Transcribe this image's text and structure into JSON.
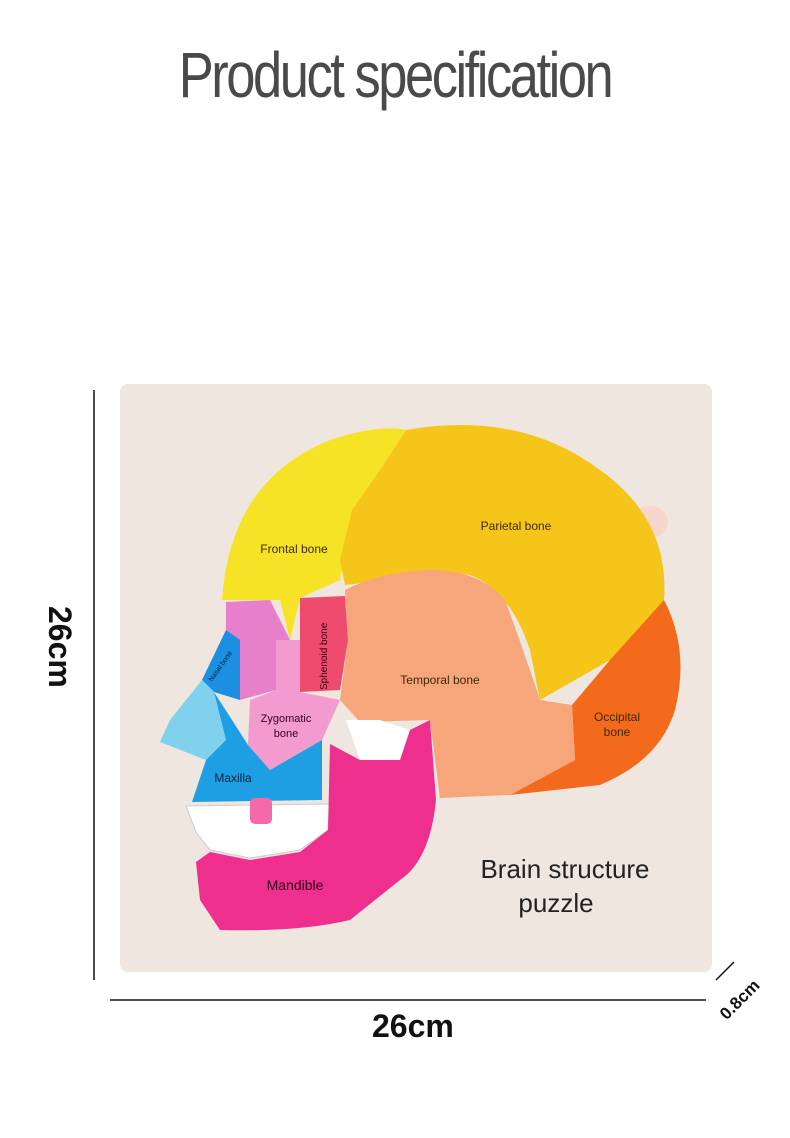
{
  "header": {
    "title": "Product specification"
  },
  "dimensions": {
    "width": "26cm",
    "height": "26cm",
    "depth": "0.8cm"
  },
  "puzzle": {
    "caption_line1": "Brain structure",
    "caption_line2": "puzzle",
    "labels": {
      "frontal": "Frontal bone",
      "parietal": "Parietal bone",
      "sphenoid": "Sphenoid bone",
      "temporal": "Temporal bone",
      "occipital_line1": "Occipital",
      "occipital_line2": "bone",
      "zygomatic_line1": "Zygomatic",
      "zygomatic_line2": "bone",
      "nasal": "Nasal bone",
      "maxilla": "Maxilla",
      "mandible": "Mandible"
    },
    "colors": {
      "board": "#efe6e0",
      "frontal": "#f7e325",
      "parietal": "#f6c51a",
      "temporal": "#f7a57b",
      "occipital": "#f46a1c",
      "sphenoid": "#ee4b6f",
      "zygomatic": "#f39ad0",
      "orbit": "#e77fcb",
      "nasal": "#1c8fe0",
      "nose": "#7fd1ee",
      "maxilla": "#1e9fe3",
      "mandible": "#ee2f8e",
      "teeth": "#ffffff"
    }
  }
}
